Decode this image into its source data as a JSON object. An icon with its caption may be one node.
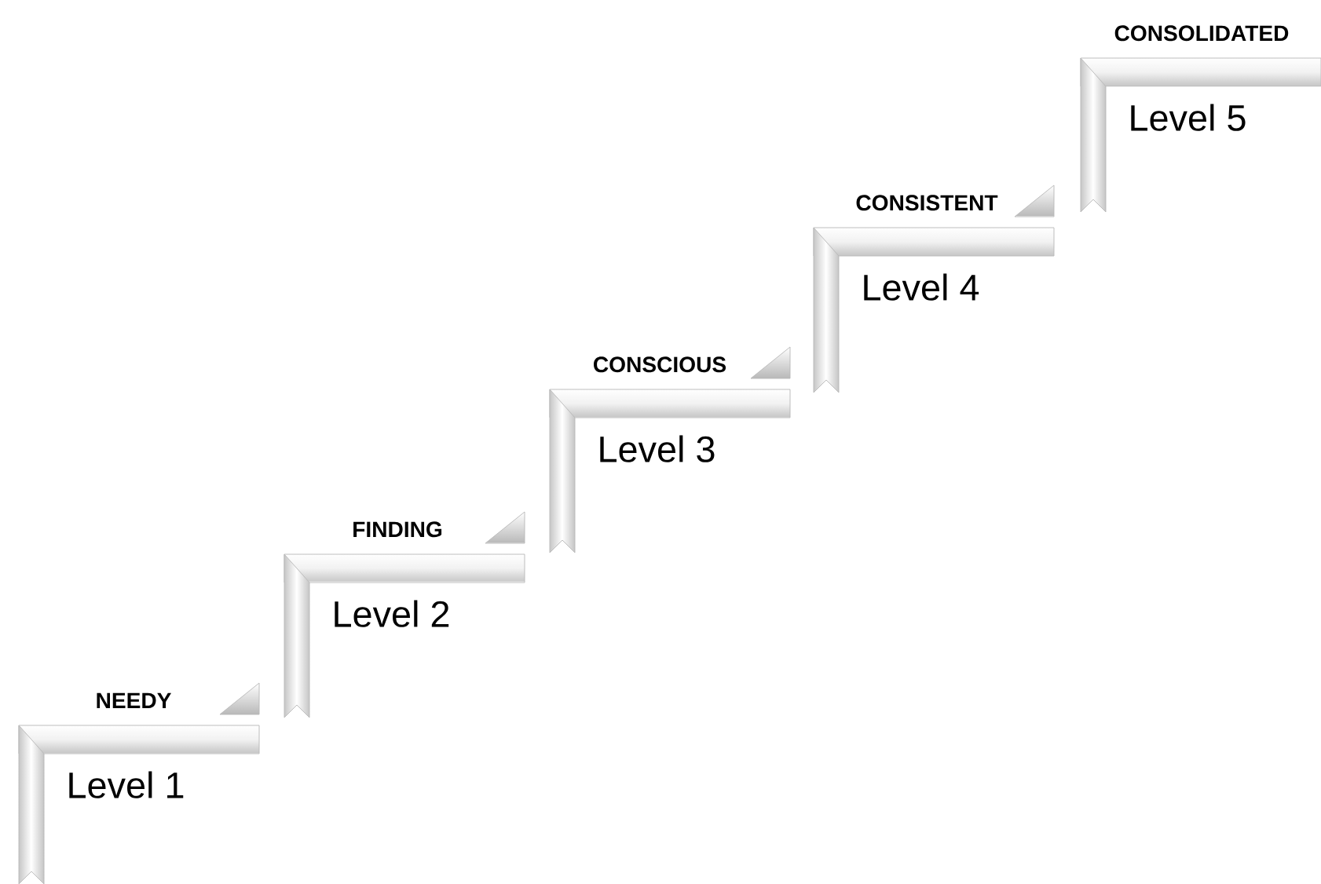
{
  "diagram": {
    "nodes": [
      {
        "text": [
          "NEEDY",
          "Level 1"
        ]
      },
      {
        "text": [
          "FINDING",
          "Level 2"
        ]
      },
      {
        "text": [
          "CONSCIOUS",
          "Level 3"
        ]
      },
      {
        "text": [
          "CONSISTENT",
          "Level 4"
        ]
      },
      {
        "text": [
          "CONSOLIDATED",
          "Level 5"
        ]
      }
    ]
  }
}
